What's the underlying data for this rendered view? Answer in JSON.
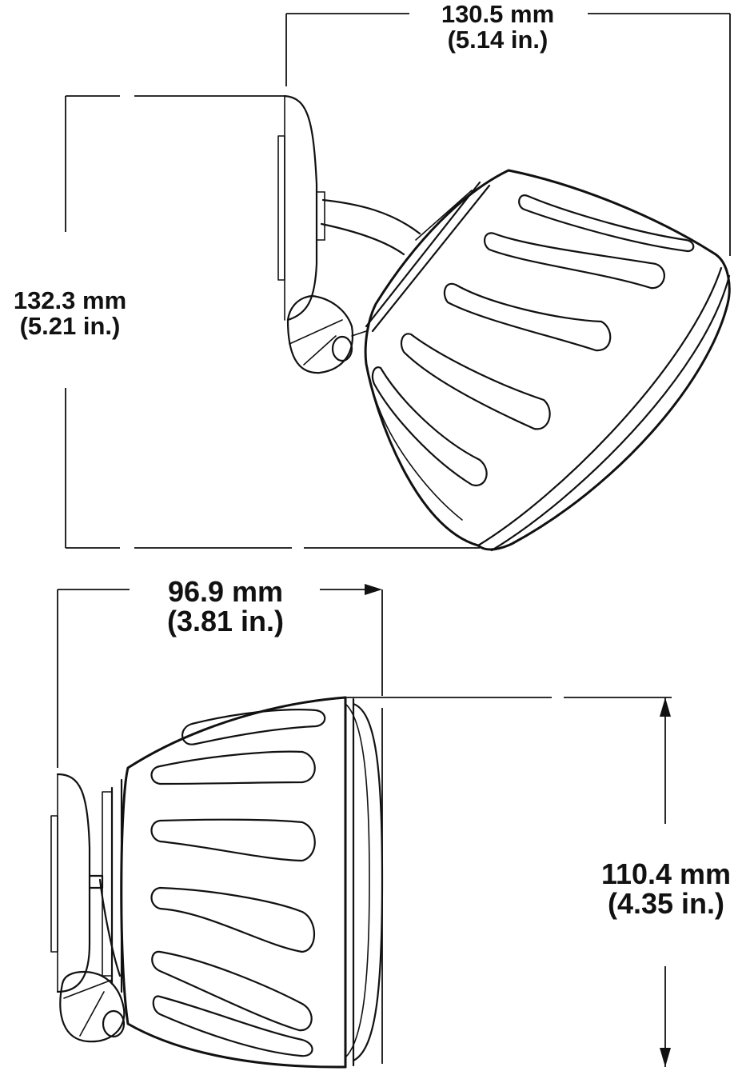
{
  "dimensions": {
    "top_width": {
      "metric": "130.5 mm",
      "imperial": "(5.14 in.)"
    },
    "side_height": {
      "metric": "132.3 mm",
      "imperial": "(5.21 in.)"
    },
    "bottom_width": {
      "metric": "96.9 mm",
      "imperial": "(3.81 in.)"
    },
    "bottom_height": {
      "metric": "110.4 mm",
      "imperial": "(4.35 in.)"
    }
  },
  "colors": {
    "line": "#111111",
    "background": "#ffffff"
  }
}
